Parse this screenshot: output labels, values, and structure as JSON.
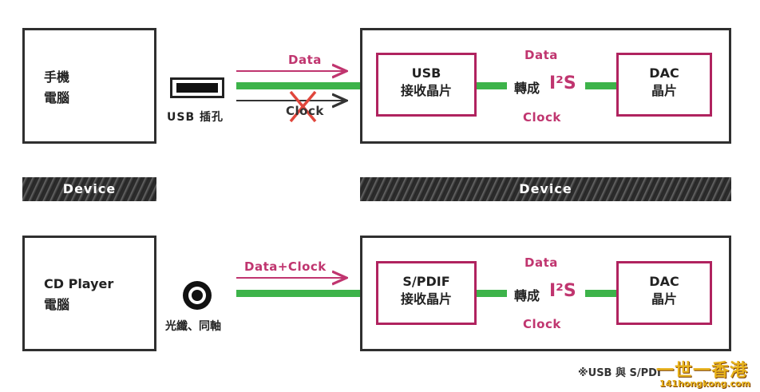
{
  "top": {
    "source_label": "手機\n電腦",
    "port_label": "USB 插孔",
    "data_label": "Data",
    "clock_label": "Clock",
    "receiver_label": "USB\n接收晶片",
    "convert_label": "轉成",
    "i2s_label": "I²S",
    "inner_data_label": "Data",
    "inner_clock_label": "Clock",
    "dac_label": "DAC\n晶片"
  },
  "device_bars": {
    "left": "Device",
    "right": "Device"
  },
  "bottom": {
    "source_label": "CD Player\n電腦",
    "port_label": "光纖、同軸",
    "combined_label": "Data+Clock",
    "receiver_label": "S/PDIF\n接收晶片",
    "convert_label": "轉成",
    "i2s_label": "I²S",
    "inner_data_label": "Data",
    "inner_clock_label": "Clock",
    "dac_label": "DAC\n晶片"
  },
  "footnote": "※USB 與 S/PDI",
  "watermark": {
    "line1": "一世一香港",
    "line2": "141hongkong.com"
  },
  "colors": {
    "green": "#3db34a",
    "pink": "#c0356f",
    "box_border": "#b0235f",
    "cross": "#e0463c"
  }
}
